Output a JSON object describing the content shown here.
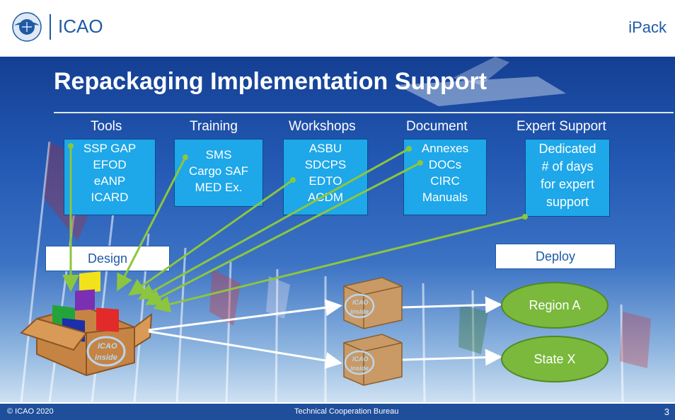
{
  "header": {
    "brand": "ICAO",
    "product": "iPack"
  },
  "title": "Repackaging Implementation Support",
  "categories": [
    {
      "heading": "Tools",
      "items": [
        "SSP GAP",
        "EFOD",
        "eANP",
        "ICARD"
      ]
    },
    {
      "heading": "Training",
      "items": [
        "SMS",
        "Cargo SAF",
        "MED Ex."
      ]
    },
    {
      "heading": "Workshops",
      "items": [
        "ASBU",
        "SDCPS",
        "EDTO",
        "ACDM"
      ]
    },
    {
      "heading": "Document",
      "items": [
        "Annexes",
        "DOCs",
        "CIRC",
        "Manuals"
      ]
    },
    {
      "heading": "Expert Support",
      "items": [
        "Dedicated",
        "# of days",
        "for expert",
        "support"
      ]
    }
  ],
  "labels": {
    "design": "Design",
    "deploy": "Deploy"
  },
  "targets": [
    "Region A",
    "State X"
  ],
  "box_stamp": [
    "ICAO",
    "inside"
  ],
  "footer": {
    "copyright": "© ICAO 2020",
    "bureau": "Technical Cooperation Bureau",
    "page": "3"
  },
  "colors": {
    "header_blue": "#1f5aa6",
    "box_fill": "#1ea7e9",
    "green": "#7ab93c",
    "connector": "#8cc63f",
    "footer": "#1f4e9a"
  }
}
